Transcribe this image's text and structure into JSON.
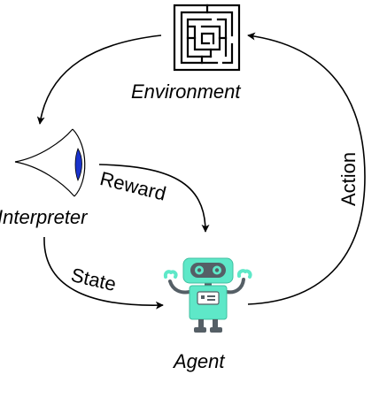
{
  "nodes": {
    "environment": "Environment",
    "interpreter": "Interpreter",
    "agent": "Agent"
  },
  "edges": {
    "reward": "Reward",
    "state": "State",
    "action": "Action"
  },
  "icons": {
    "environment": "maze-icon",
    "interpreter": "eye-icon",
    "agent": "robot-icon"
  },
  "colors": {
    "line": "#000000",
    "eye_iris": "#1a33cc",
    "robot_body": "#5ee8c8",
    "robot_dark": "#555f66",
    "background": "#ffffff"
  }
}
